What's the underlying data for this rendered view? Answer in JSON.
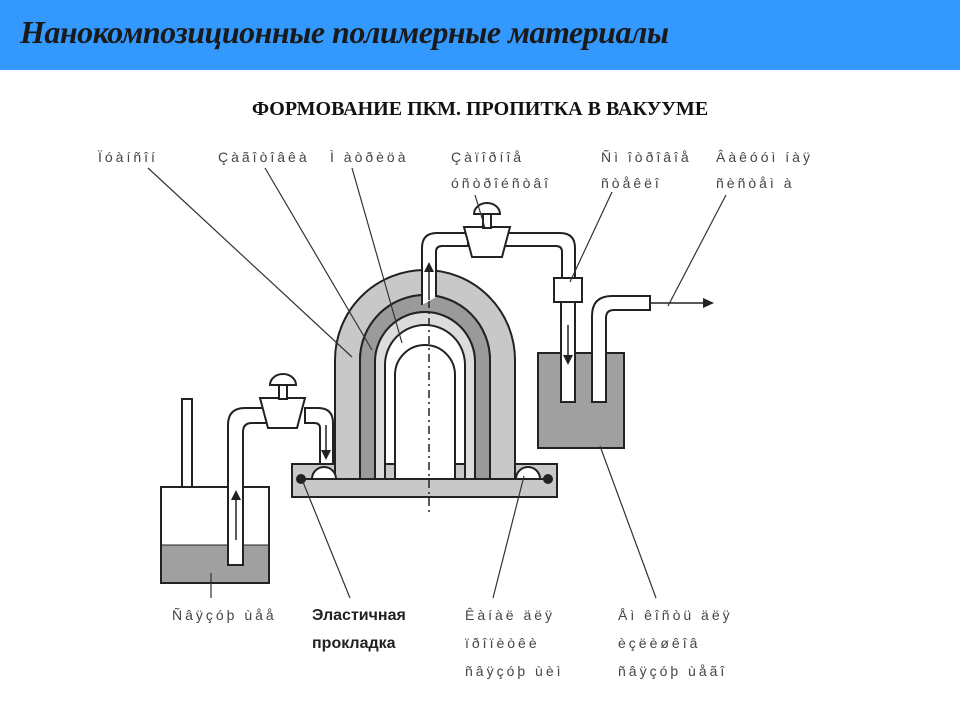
{
  "header": {
    "title": "Нанокомпозиционные полимерные материалы"
  },
  "slide": {
    "subtitle": "ФОРМОВАНИЕ ПКМ. ПРОПИТКА В ВАКУУМЕ"
  },
  "labels": {
    "top_1": "Ïóàíñîí",
    "top_2": "Çàãîòîâêà",
    "top_3": "Ì àòðèöà",
    "top_4_line1": "Çàïîðíîå",
    "top_4_line2": "óñòðîéñòâî",
    "top_5_line1": "Ñì îòðîâîå",
    "top_5_line2": "ñòåêëî",
    "top_6_line1": "Âàêóóì íàÿ",
    "top_6_line2": "ñèñòåì à",
    "bottom_1": "Ñâÿçóþ ùåå",
    "bottom_2_line1": "Эластичная",
    "bottom_2_line2": "прокладка",
    "bottom_3_line1": "Êàíàë äëÿ",
    "bottom_3_line2": "ïðîïèòêè",
    "bottom_3_line3": "ñâÿçóþ ùèì",
    "bottom_4_line1": "Åì êîñòü äëÿ",
    "bottom_4_line2": "èçëèøêîâ",
    "bottom_4_line3": "ñâÿçóþ ùåãî"
  },
  "colors": {
    "header_bg": "#3399ff",
    "light_gray": "#c8c8c8",
    "mid_gray": "#9a9a9a",
    "dark_gray": "#7a7a7a",
    "liquid_gray": "#a0a0a0"
  }
}
